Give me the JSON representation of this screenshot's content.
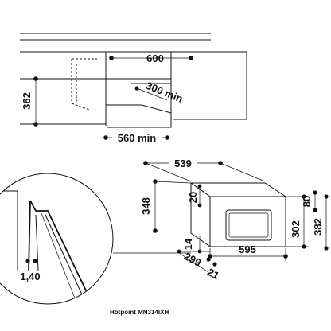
{
  "labels": {
    "width_600": "600",
    "height_362": "362",
    "depth_300_min": "300 min",
    "width_560_min": "560 min",
    "width_539": "539",
    "height_348": "348",
    "gap_20": "20",
    "gap_14": "14",
    "width_595": "595",
    "depth_299": "299",
    "depth_21": "21",
    "height_302": "302",
    "height_80": "80",
    "height_382": "382",
    "detail_140": "1,40",
    "model_caption": "Hotpoint MN314IXH"
  }
}
